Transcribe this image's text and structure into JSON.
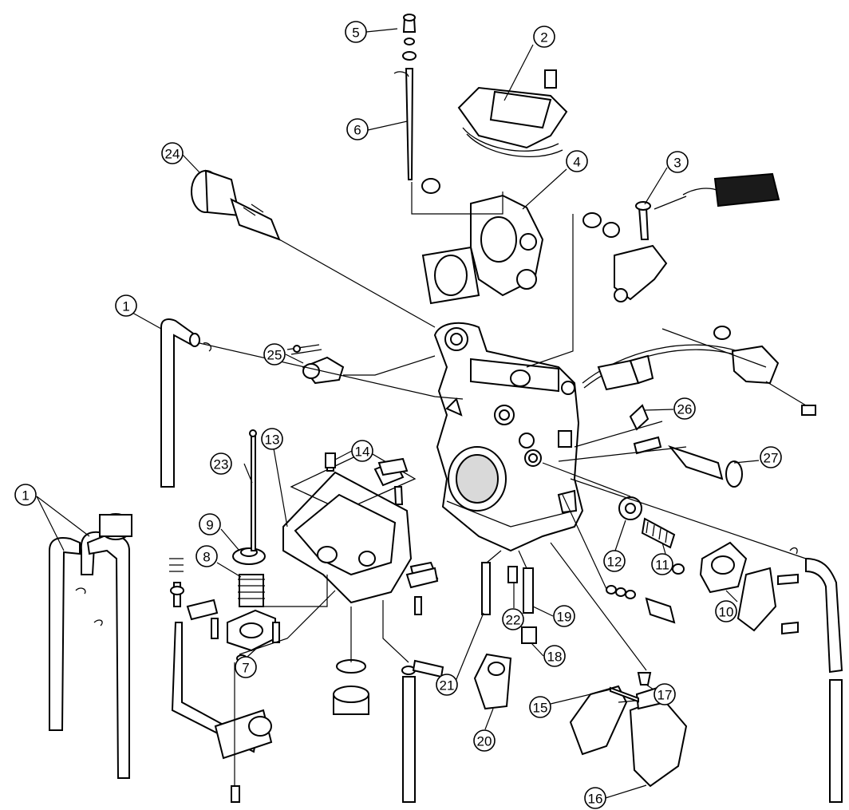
{
  "diagram": {
    "callouts": [
      {
        "id": "c1a",
        "label": "1"
      },
      {
        "id": "c1b",
        "label": "1"
      },
      {
        "id": "c2",
        "label": "2"
      },
      {
        "id": "c3",
        "label": "3"
      },
      {
        "id": "c4",
        "label": "4"
      },
      {
        "id": "c5",
        "label": "5"
      },
      {
        "id": "c6",
        "label": "6"
      },
      {
        "id": "c7",
        "label": "7"
      },
      {
        "id": "c8",
        "label": "8"
      },
      {
        "id": "c9",
        "label": "9"
      },
      {
        "id": "c10",
        "label": "10"
      },
      {
        "id": "c11",
        "label": "11"
      },
      {
        "id": "c12",
        "label": "12"
      },
      {
        "id": "c13",
        "label": "13"
      },
      {
        "id": "c14",
        "label": "14"
      },
      {
        "id": "c15",
        "label": "15"
      },
      {
        "id": "c16",
        "label": "16"
      },
      {
        "id": "c17",
        "label": "17"
      },
      {
        "id": "c18",
        "label": "18"
      },
      {
        "id": "c19",
        "label": "19"
      },
      {
        "id": "c20",
        "label": "20"
      },
      {
        "id": "c21",
        "label": "21"
      },
      {
        "id": "c22",
        "label": "22"
      },
      {
        "id": "c23",
        "label": "23"
      },
      {
        "id": "c24",
        "label": "24"
      },
      {
        "id": "c25",
        "label": "25"
      },
      {
        "id": "c26",
        "label": "26"
      },
      {
        "id": "c27",
        "label": "27"
      }
    ]
  }
}
